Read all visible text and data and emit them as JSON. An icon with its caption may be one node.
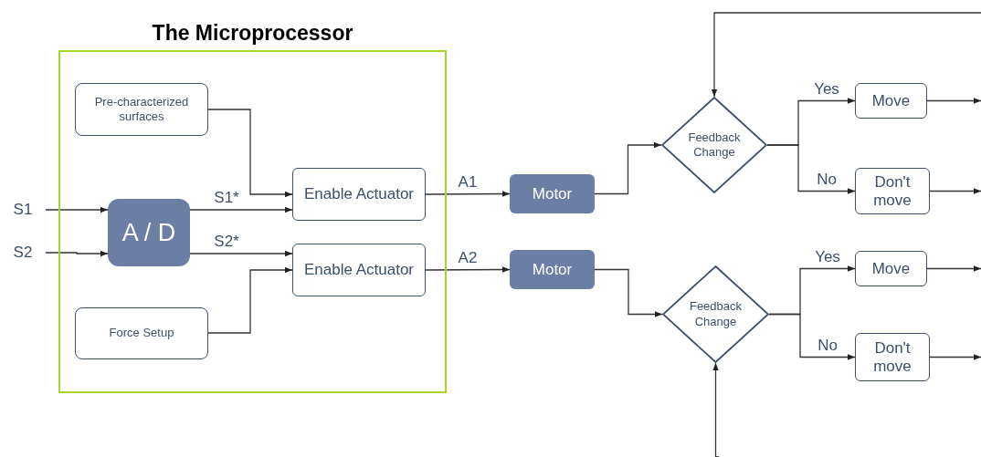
{
  "diagram": {
    "nodes": [
      {
        "text": [
          "The Microprocessor"
        ]
      },
      {
        "text": [
          "Pre-characterized surfaces"
        ],
        "in": 0
      },
      {
        "text": [
          "A / D"
        ],
        "in": 0
      },
      {
        "text": [
          "Enable Actuator"
        ],
        "in": 0
      },
      {
        "text": [
          "Enable Actuator"
        ],
        "in": 0
      },
      {
        "text": [
          "Force Setup"
        ],
        "in": 0
      },
      {
        "text": [
          "S1"
        ]
      },
      {
        "text": [
          "S2"
        ]
      },
      {
        "text": [
          "Motor"
        ]
      },
      {
        "text": [
          "Motor"
        ]
      },
      {
        "text": [
          "Feedback Change"
        ]
      },
      {
        "text": [
          "Feedback Change"
        ]
      },
      {
        "text": [
          "Move"
        ]
      },
      {
        "text": [
          "Don't move"
        ]
      },
      {
        "text": [
          "Move"
        ]
      },
      {
        "text": [
          "Don't move"
        ]
      }
    ],
    "edges": [
      {
        "from": 6,
        "to": 2,
        "arrow": "to"
      },
      {
        "from": 7,
        "to": 2,
        "arrow": "to"
      },
      {
        "from": 1,
        "to": 3,
        "arrow": "to"
      },
      {
        "from": 2,
        "to": 3,
        "arrow": "to",
        "label": "S1*"
      },
      {
        "from": 2,
        "to": 4,
        "arrow": "to",
        "label": "S2*"
      },
      {
        "from": 5,
        "to": 4,
        "arrow": "to"
      },
      {
        "from": 3,
        "to": 8,
        "arrow": "to",
        "label": "A1"
      },
      {
        "from": 4,
        "to": 9,
        "arrow": "to",
        "label": "A2"
      },
      {
        "from": 8,
        "to": 10,
        "arrow": "to"
      },
      {
        "from": 9,
        "to": 11,
        "arrow": "to"
      },
      {
        "from": 10,
        "to": 12,
        "arrow": "to",
        "label": "Yes"
      },
      {
        "from": 10,
        "to": 13,
        "arrow": "to",
        "label": "No"
      },
      {
        "from": 11,
        "to": 14,
        "arrow": "to",
        "label": "Yes"
      },
      {
        "from": 11,
        "to": 15,
        "arrow": "to",
        "label": "No"
      },
      {
        "from": 12,
        "to": null,
        "arrow": "to"
      },
      {
        "from": 13,
        "to": null,
        "arrow": "to"
      },
      {
        "from": 14,
        "to": null,
        "arrow": "to"
      },
      {
        "from": 15,
        "to": null,
        "arrow": "to"
      },
      {
        "from": null,
        "to": 10,
        "arrow": "to"
      },
      {
        "from": null,
        "to": 11,
        "arrow": "to"
      }
    ]
  }
}
